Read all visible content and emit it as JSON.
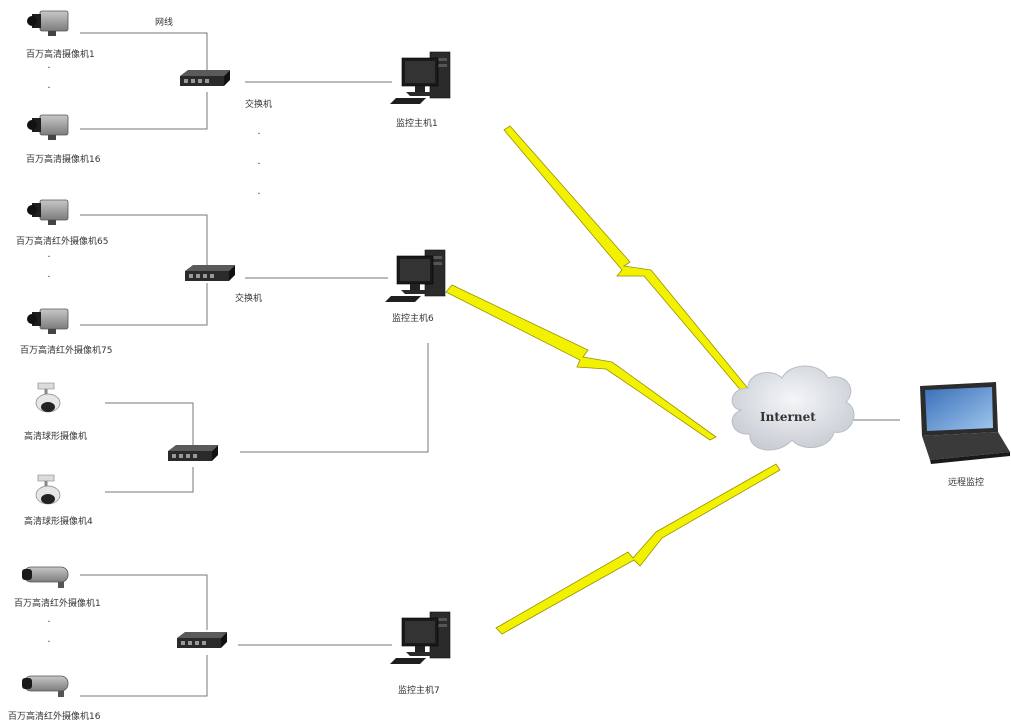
{
  "wire_label": "网线",
  "switch_label": "交换机",
  "internet_label": "Internet",
  "remote_label": "远程监控",
  "hosts": {
    "host1": "监控主机1",
    "host6": "监控主机6",
    "host7": "监控主机7"
  },
  "cameras": {
    "g1_first": "百万高清摄像机1",
    "g1_last": "百万高清摄像机16",
    "g2_first": "百万高清红外摄像机65",
    "g2_last": "百万高清红外摄像机75",
    "g3_first": "高清球形摄像机",
    "g3_last": "高清球形摄像机4",
    "g4_first": "百万高清红外摄像机1",
    "g4_last": "百万高清红外摄像机16"
  },
  "colors": {
    "wire": "#777777",
    "wireless_fill": "#f2f200",
    "wireless_stroke": "#b0a800",
    "cloud": "#dde1e6",
    "device_dark": "#2a2a2a",
    "camera_body": "#9a9a9a"
  },
  "icons": [
    "box-camera-icon",
    "dome-camera-icon",
    "bullet-camera-icon",
    "switch-icon",
    "desktop-computer-icon",
    "laptop-icon",
    "cloud-icon",
    "lightning-link-icon"
  ]
}
